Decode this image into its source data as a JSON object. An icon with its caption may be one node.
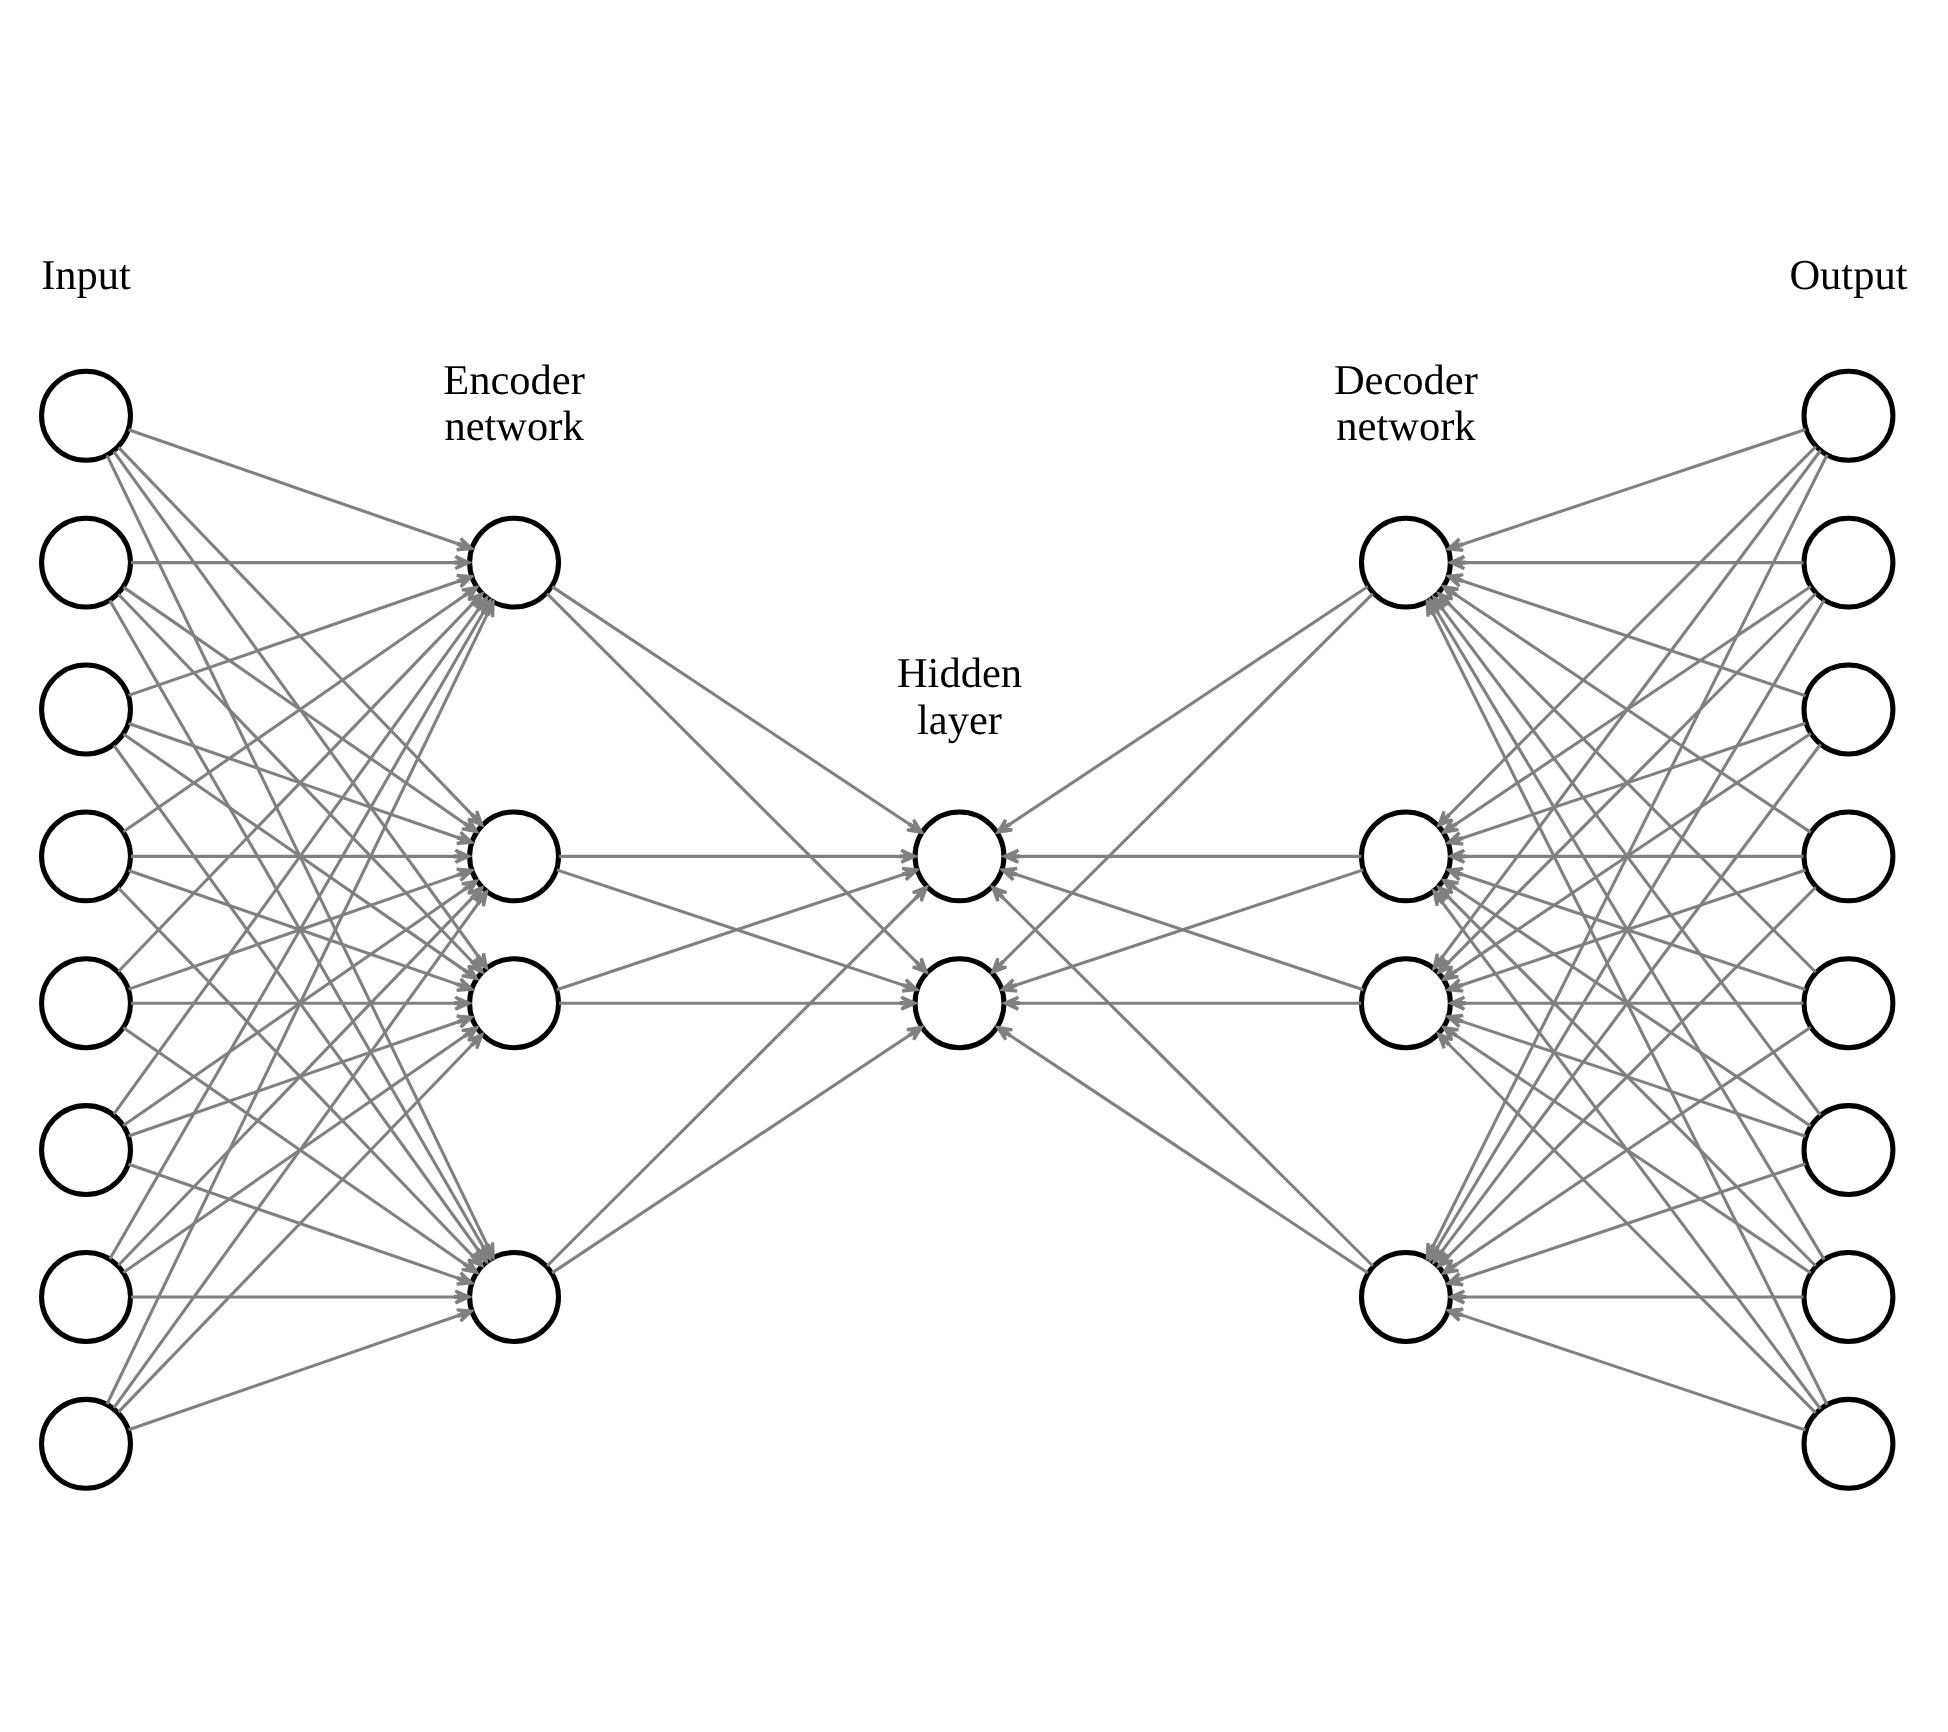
{
  "diagram": {
    "nodes": [
      {
        "text": [],
        "shape": "circle"
      },
      {
        "text": [],
        "shape": "circle"
      },
      {
        "text": [],
        "shape": "circle"
      },
      {
        "text": [],
        "shape": "circle"
      },
      {
        "text": [],
        "shape": "circle"
      },
      {
        "text": [],
        "shape": "circle"
      },
      {
        "text": [],
        "shape": "circle"
      },
      {
        "text": [],
        "shape": "circle"
      },
      {
        "text": [],
        "shape": "circle"
      },
      {
        "text": [],
        "shape": "circle"
      },
      {
        "text": [],
        "shape": "circle"
      },
      {
        "text": [],
        "shape": "circle"
      },
      {
        "text": [],
        "shape": "circle"
      },
      {
        "text": [],
        "shape": "circle"
      },
      {
        "text": [],
        "shape": "circle"
      },
      {
        "text": [],
        "shape": "circle"
      },
      {
        "text": [],
        "shape": "circle"
      },
      {
        "text": [],
        "shape": "circle"
      },
      {
        "text": [],
        "shape": "circle"
      },
      {
        "text": [],
        "shape": "circle"
      },
      {
        "text": [],
        "shape": "circle"
      },
      {
        "text": [],
        "shape": "circle"
      },
      {
        "text": [],
        "shape": "circle"
      },
      {
        "text": [],
        "shape": "circle"
      },
      {
        "text": [],
        "shape": "circle"
      },
      {
        "text": [],
        "shape": "circle"
      }
    ],
    "edges": [
      {
        "from": 0,
        "to": 8,
        "arrow": "to"
      },
      {
        "from": 0,
        "to": 9,
        "arrow": "to"
      },
      {
        "from": 0,
        "to": 10,
        "arrow": "to"
      },
      {
        "from": 0,
        "to": 11,
        "arrow": "to"
      },
      {
        "from": 1,
        "to": 8,
        "arrow": "to"
      },
      {
        "from": 1,
        "to": 9,
        "arrow": "to"
      },
      {
        "from": 1,
        "to": 10,
        "arrow": "to"
      },
      {
        "from": 1,
        "to": 11,
        "arrow": "to"
      },
      {
        "from": 2,
        "to": 8,
        "arrow": "to"
      },
      {
        "from": 2,
        "to": 9,
        "arrow": "to"
      },
      {
        "from": 2,
        "to": 10,
        "arrow": "to"
      },
      {
        "from": 2,
        "to": 11,
        "arrow": "to"
      },
      {
        "from": 3,
        "to": 8,
        "arrow": "to"
      },
      {
        "from": 3,
        "to": 9,
        "arrow": "to"
      },
      {
        "from": 3,
        "to": 10,
        "arrow": "to"
      },
      {
        "from": 3,
        "to": 11,
        "arrow": "to"
      },
      {
        "from": 4,
        "to": 8,
        "arrow": "to"
      },
      {
        "from": 4,
        "to": 9,
        "arrow": "to"
      },
      {
        "from": 4,
        "to": 10,
        "arrow": "to"
      },
      {
        "from": 4,
        "to": 11,
        "arrow": "to"
      },
      {
        "from": 5,
        "to": 8,
        "arrow": "to"
      },
      {
        "from": 5,
        "to": 9,
        "arrow": "to"
      },
      {
        "from": 5,
        "to": 10,
        "arrow": "to"
      },
      {
        "from": 5,
        "to": 11,
        "arrow": "to"
      },
      {
        "from": 6,
        "to": 8,
        "arrow": "to"
      },
      {
        "from": 6,
        "to": 9,
        "arrow": "to"
      },
      {
        "from": 6,
        "to": 10,
        "arrow": "to"
      },
      {
        "from": 6,
        "to": 11,
        "arrow": "to"
      },
      {
        "from": 7,
        "to": 8,
        "arrow": "to"
      },
      {
        "from": 7,
        "to": 9,
        "arrow": "to"
      },
      {
        "from": 7,
        "to": 10,
        "arrow": "to"
      },
      {
        "from": 7,
        "to": 11,
        "arrow": "to"
      },
      {
        "from": 8,
        "to": 12,
        "arrow": "to"
      },
      {
        "from": 8,
        "to": 13,
        "arrow": "to"
      },
      {
        "from": 9,
        "to": 12,
        "arrow": "to"
      },
      {
        "from": 9,
        "to": 13,
        "arrow": "to"
      },
      {
        "from": 10,
        "to": 12,
        "arrow": "to"
      },
      {
        "from": 10,
        "to": 13,
        "arrow": "to"
      },
      {
        "from": 11,
        "to": 12,
        "arrow": "to"
      },
      {
        "from": 11,
        "to": 13,
        "arrow": "to"
      },
      {
        "from": 14,
        "to": 12,
        "arrow": "to"
      },
      {
        "from": 14,
        "to": 13,
        "arrow": "to"
      },
      {
        "from": 15,
        "to": 12,
        "arrow": "to"
      },
      {
        "from": 15,
        "to": 13,
        "arrow": "to"
      },
      {
        "from": 16,
        "to": 12,
        "arrow": "to"
      },
      {
        "from": 16,
        "to": 13,
        "arrow": "to"
      },
      {
        "from": 17,
        "to": 12,
        "arrow": "to"
      },
      {
        "from": 17,
        "to": 13,
        "arrow": "to"
      },
      {
        "from": 18,
        "to": 14,
        "arrow": "to"
      },
      {
        "from": 18,
        "to": 15,
        "arrow": "to"
      },
      {
        "from": 18,
        "to": 16,
        "arrow": "to"
      },
      {
        "from": 18,
        "to": 17,
        "arrow": "to"
      },
      {
        "from": 19,
        "to": 14,
        "arrow": "to"
      },
      {
        "from": 19,
        "to": 15,
        "arrow": "to"
      },
      {
        "from": 19,
        "to": 16,
        "arrow": "to"
      },
      {
        "from": 19,
        "to": 17,
        "arrow": "to"
      },
      {
        "from": 20,
        "to": 14,
        "arrow": "to"
      },
      {
        "from": 20,
        "to": 15,
        "arrow": "to"
      },
      {
        "from": 20,
        "to": 16,
        "arrow": "to"
      },
      {
        "from": 20,
        "to": 17,
        "arrow": "to"
      },
      {
        "from": 21,
        "to": 14,
        "arrow": "to"
      },
      {
        "from": 21,
        "to": 15,
        "arrow": "to"
      },
      {
        "from": 21,
        "to": 16,
        "arrow": "to"
      },
      {
        "from": 21,
        "to": 17,
        "arrow": "to"
      },
      {
        "from": 22,
        "to": 14,
        "arrow": "to"
      },
      {
        "from": 22,
        "to": 15,
        "arrow": "to"
      },
      {
        "from": 22,
        "to": 16,
        "arrow": "to"
      },
      {
        "from": 22,
        "to": 17,
        "arrow": "to"
      },
      {
        "from": 23,
        "to": 14,
        "arrow": "to"
      },
      {
        "from": 23,
        "to": 15,
        "arrow": "to"
      },
      {
        "from": 23,
        "to": 16,
        "arrow": "to"
      },
      {
        "from": 23,
        "to": 17,
        "arrow": "to"
      },
      {
        "from": 24,
        "to": 14,
        "arrow": "to"
      },
      {
        "from": 24,
        "to": 15,
        "arrow": "to"
      },
      {
        "from": 24,
        "to": 16,
        "arrow": "to"
      },
      {
        "from": 24,
        "to": 17,
        "arrow": "to"
      },
      {
        "from": 25,
        "to": 14,
        "arrow": "to"
      },
      {
        "from": 25,
        "to": 15,
        "arrow": "to"
      },
      {
        "from": 25,
        "to": 16,
        "arrow": "to"
      },
      {
        "from": 25,
        "to": 17,
        "arrow": "to"
      }
    ],
    "labels": [
      "Input",
      "Encoder network",
      "Hidden layer",
      "Decoder network",
      "Output"
    ]
  }
}
